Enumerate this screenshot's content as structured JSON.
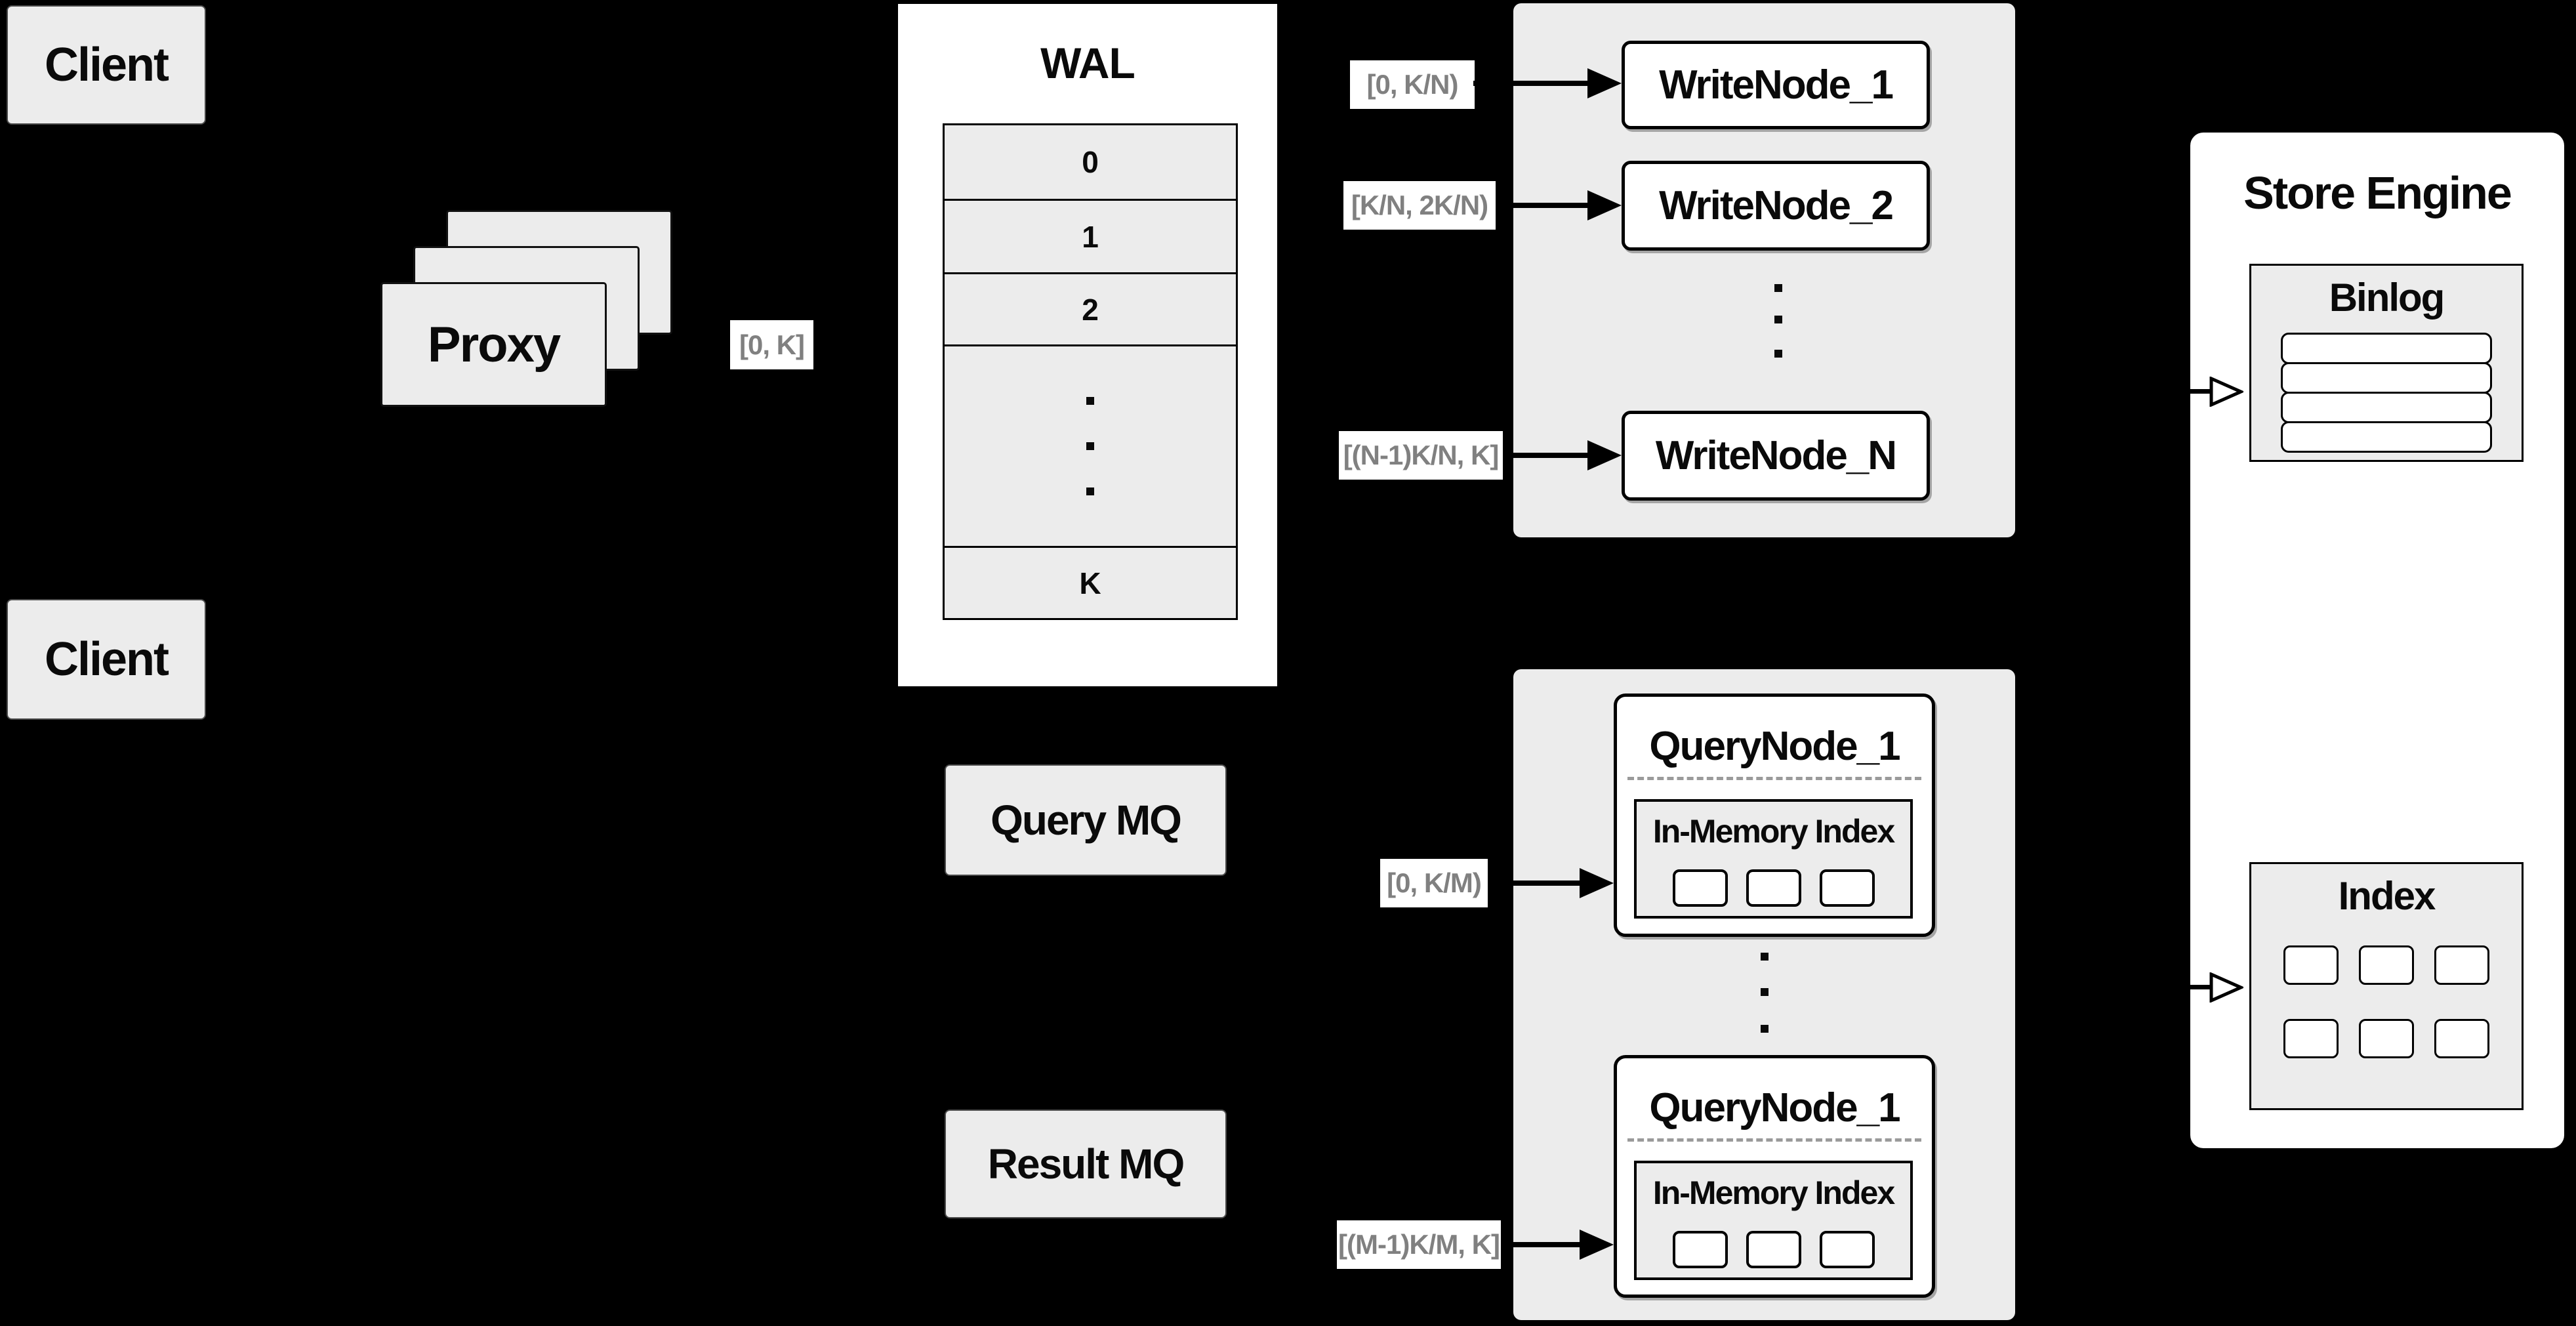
{
  "clients": {
    "top_label": "Client",
    "bottom_label": "Client"
  },
  "proxy": {
    "label": "Proxy"
  },
  "wal": {
    "title": "WAL",
    "segments": [
      "0",
      "1",
      "2"
    ],
    "last_segment": "K"
  },
  "write_cluster": {
    "node_1": "WriteNode_1",
    "node_2": "WriteNode_2",
    "node_n": "WriteNode_N"
  },
  "message_queues": {
    "query": "Query MQ",
    "result": "Result MQ"
  },
  "query_cluster": {
    "node_top_title": "QueryNode_1",
    "node_bottom_title": "QueryNode_1",
    "node_top_inmem": "In-Memory Index",
    "node_bottom_inmem": "In-Memory Index"
  },
  "store_engine": {
    "title": "Store Engine",
    "binlog_title": "Binlog",
    "index_title": "Index"
  },
  "range_labels": {
    "proxy_to_wal": "[0, K]",
    "wal_to_write_1": "[0, K/N)",
    "wal_to_write_2": "[K/N, 2K/N)",
    "wal_to_write_n": "[(N-1)K/N, K]",
    "mq_to_query_1": "[0, K/M)",
    "mq_to_query_m": "[(M-1)K/M, K]"
  },
  "colors": {
    "background": "#000000",
    "panel_gray": "#ececec",
    "surface_white": "#ffffff",
    "ink": "#000000",
    "range_label_text": "#808080",
    "divider_dashed": "#9a9a9a"
  }
}
